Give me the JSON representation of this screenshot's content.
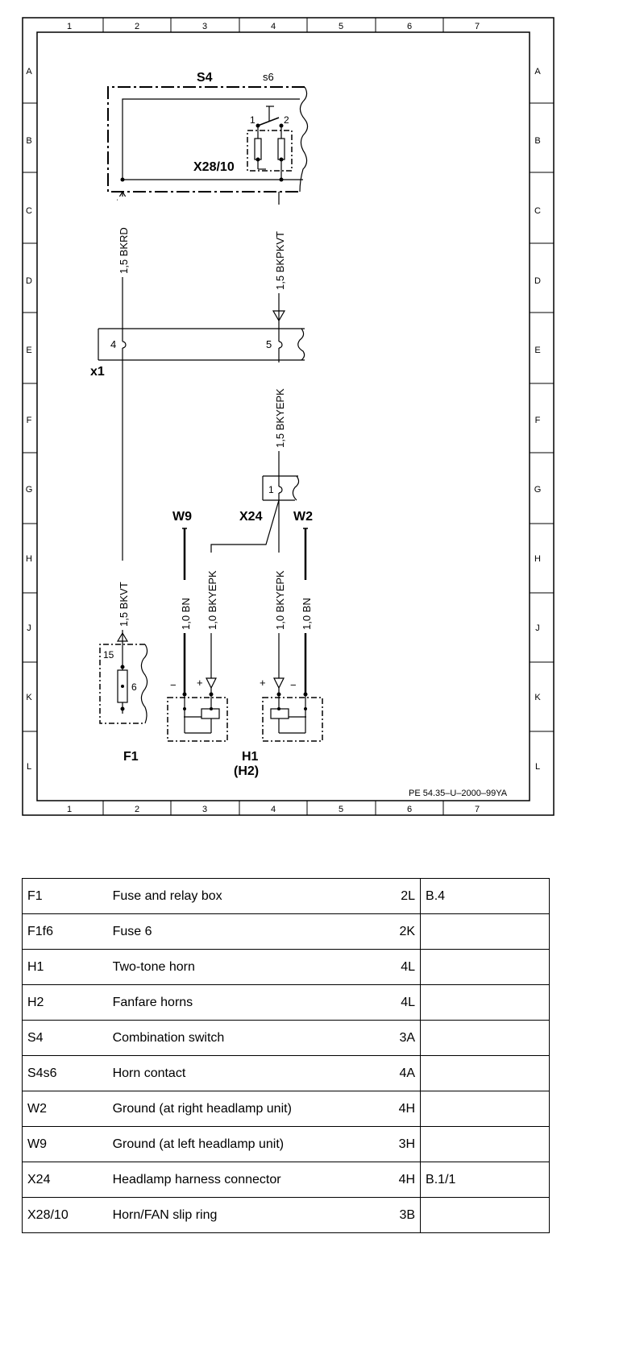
{
  "grid": {
    "columns": [
      "1",
      "2",
      "3",
      "4",
      "5",
      "6",
      "7"
    ],
    "rows": [
      "A",
      "B",
      "C",
      "D",
      "E",
      "F",
      "G",
      "H",
      "J",
      "K",
      "L"
    ]
  },
  "components": {
    "s4": "S4",
    "s6": "s6",
    "x28": "X28/10",
    "x1": "x1",
    "x24": "X24",
    "w9": "W9",
    "w2": "W2",
    "f1": "F1",
    "h1": "H1",
    "h2": "(H2)"
  },
  "pins": {
    "s6_1": "1",
    "s6_2": "2",
    "x1_4": "4",
    "x1_5": "5",
    "x24_1": "1",
    "f1_15": "15",
    "f1_6": "6",
    "minus": "−",
    "plus": "+"
  },
  "wires": {
    "bkrd": "1,5 BKRD",
    "bkpkvt": "1,5 BKPKVT",
    "bkyepk_main": "1,5 BKYEPK",
    "bkvt": "1,5 BKVT",
    "bn_left": "1,0 BN",
    "bkyepk_left": "1,0 BKYEPK",
    "bkyepk_right": "1,0 BKYEPK",
    "bn_right": "1,0 BN"
  },
  "drawing_ref": "PE 54.35–U–2000–99YA",
  "legend": [
    {
      "code": "F1",
      "desc": "Fuse and relay box",
      "loc": "2L",
      "page": "B.4"
    },
    {
      "code": "F1f6",
      "desc": "Fuse 6",
      "loc": "2K",
      "page": ""
    },
    {
      "code": "H1",
      "desc": "Two-tone horn",
      "loc": "4L",
      "page": ""
    },
    {
      "code": "H2",
      "desc": "Fanfare horns",
      "loc": "4L",
      "page": ""
    },
    {
      "code": "S4",
      "desc": "Combination switch",
      "loc": "3A",
      "page": ""
    },
    {
      "code": "S4s6",
      "desc": "Horn contact",
      "loc": "4A",
      "page": ""
    },
    {
      "code": "W2",
      "desc": "Ground (at right headlamp unit)",
      "loc": "4H",
      "page": ""
    },
    {
      "code": "W9",
      "desc": "Ground (at left headlamp unit)",
      "loc": "3H",
      "page": ""
    },
    {
      "code": "X24",
      "desc": "Headlamp harness connector",
      "loc": "4H",
      "page": "B.1/1"
    },
    {
      "code": "X28/10",
      "desc": "Horn/FAN slip ring",
      "loc": "3B",
      "page": ""
    }
  ]
}
